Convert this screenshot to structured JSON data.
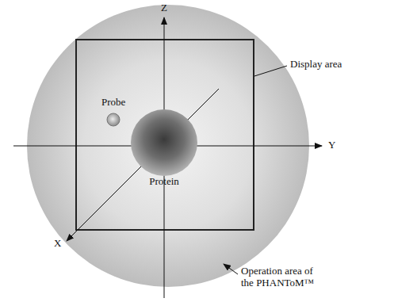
{
  "diagram": {
    "labels": [
      "Z",
      "Y",
      "X",
      "Probe",
      "Protein",
      "Display area",
      "Operation area of the PHANToM™"
    ]
  }
}
